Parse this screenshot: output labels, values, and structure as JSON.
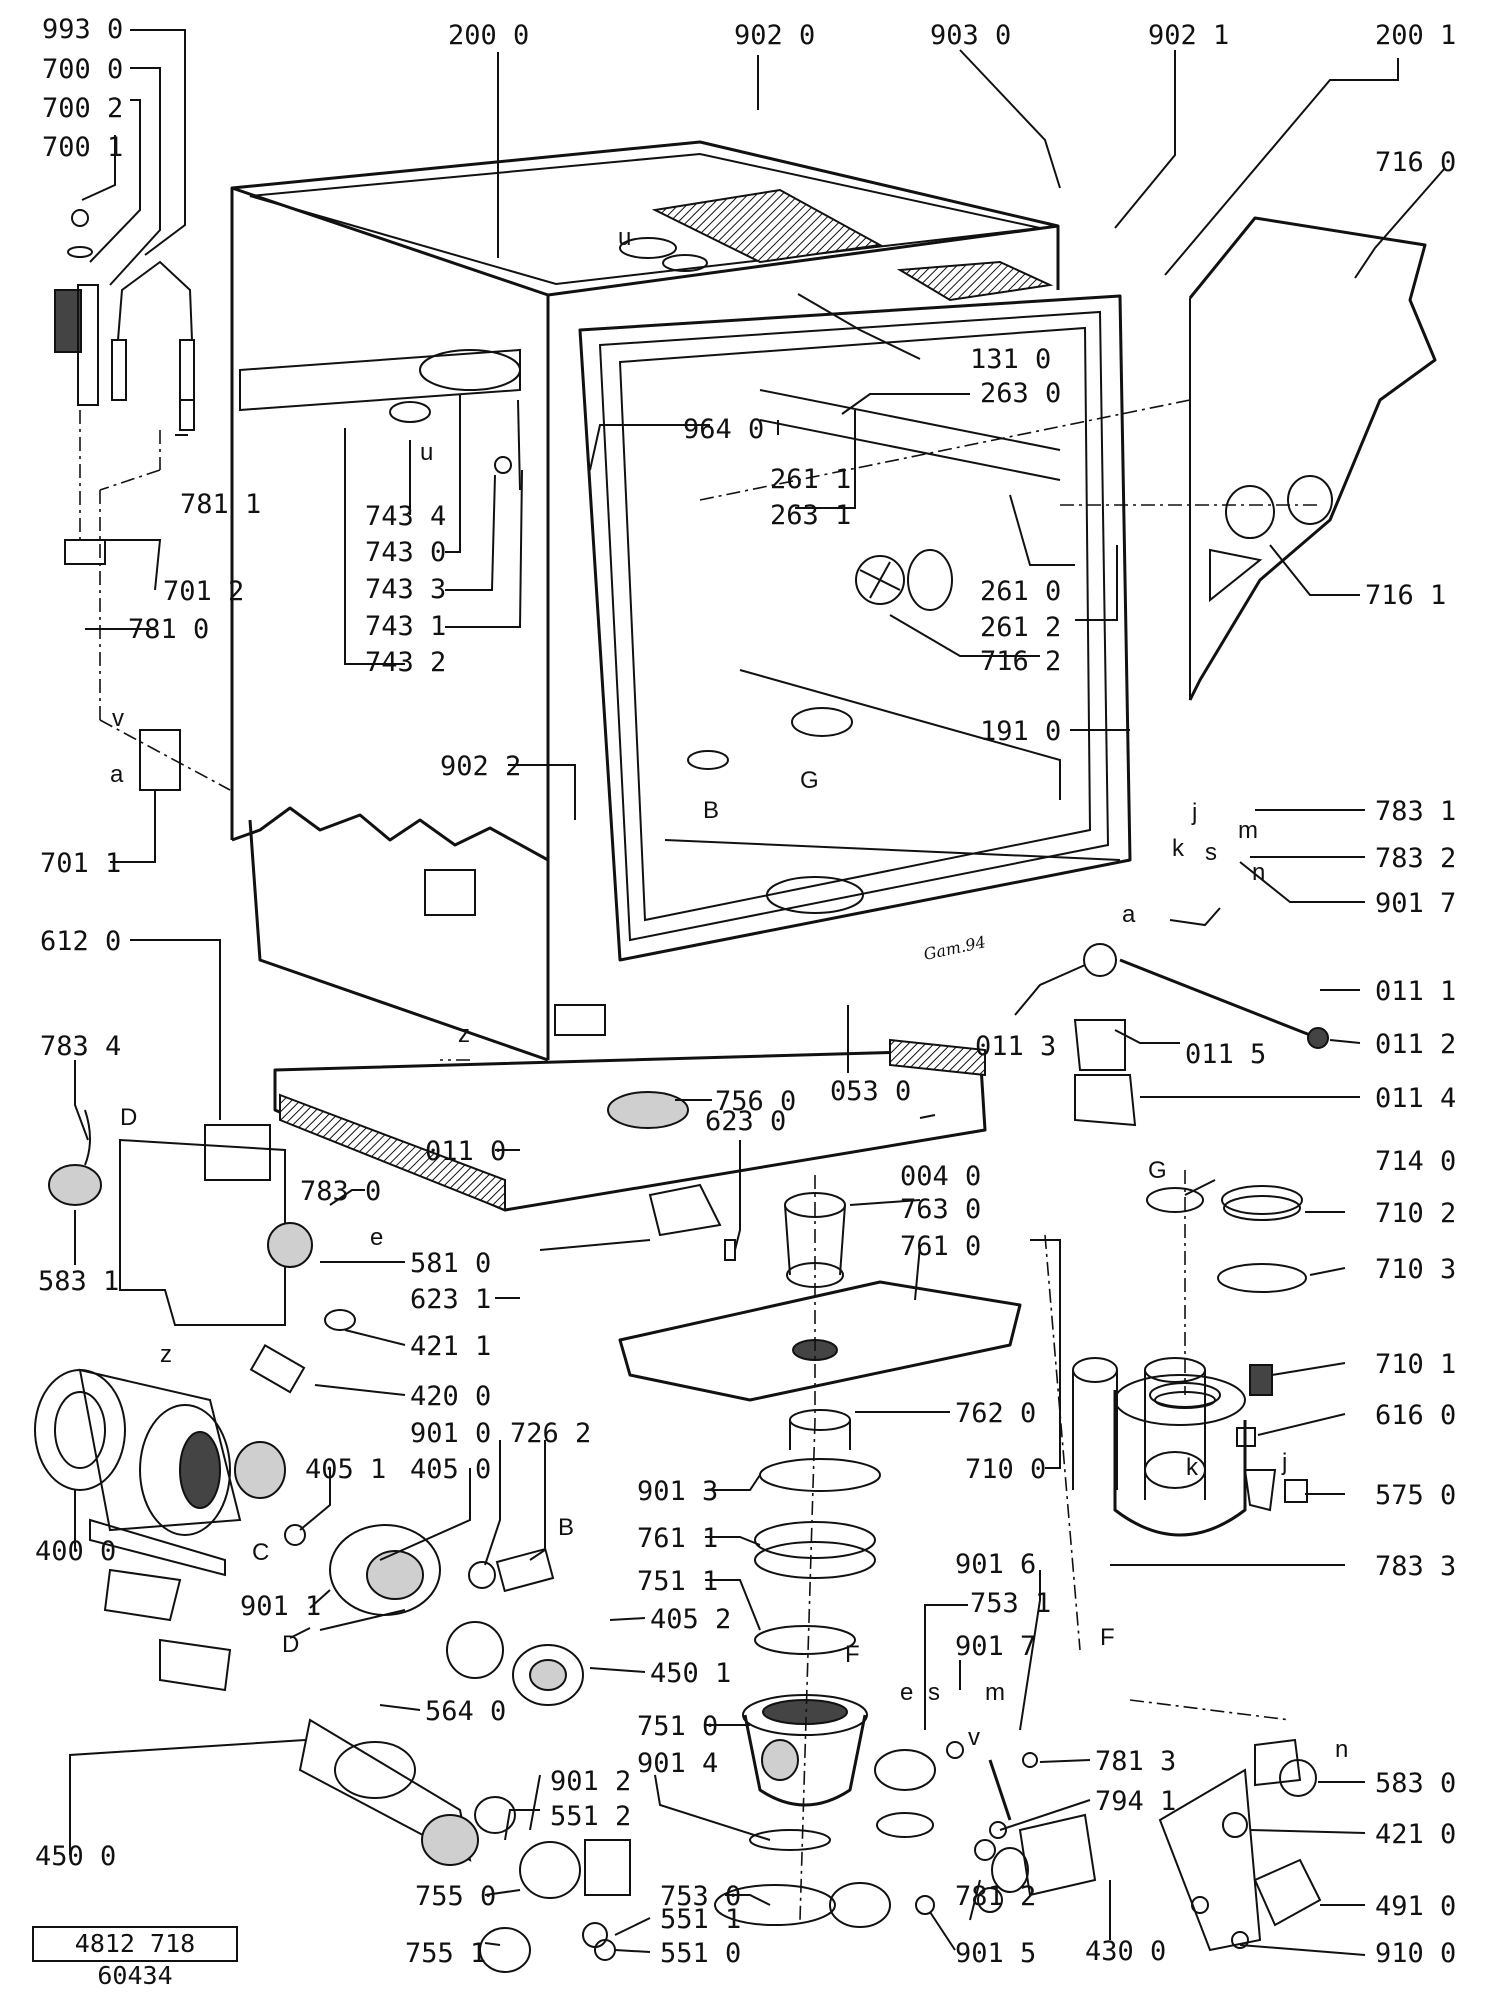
{
  "document_number": "4812 718 60434",
  "parts": [
    {
      "id": "p9930",
      "text": "993 0"
    },
    {
      "id": "p7000",
      "text": "700 0"
    },
    {
      "id": "p7002",
      "text": "700 2"
    },
    {
      "id": "p7001",
      "text": "700 1"
    },
    {
      "id": "p2000",
      "text": "200 0"
    },
    {
      "id": "p9020",
      "text": "902 0"
    },
    {
      "id": "p9030",
      "text": "903 0"
    },
    {
      "id": "p9021",
      "text": "902 1"
    },
    {
      "id": "p2001",
      "text": "200 1"
    },
    {
      "id": "p7160",
      "text": "716 0"
    },
    {
      "id": "p1310",
      "text": "131 0"
    },
    {
      "id": "p2630",
      "text": "263 0"
    },
    {
      "id": "p9640",
      "text": "964 0"
    },
    {
      "id": "p2611",
      "text": "261 1"
    },
    {
      "id": "p2631",
      "text": "263 1"
    },
    {
      "id": "p7811",
      "text": "781 1"
    },
    {
      "id": "p7434",
      "text": "743 4"
    },
    {
      "id": "p7430",
      "text": "743 0"
    },
    {
      "id": "p7433",
      "text": "743 3"
    },
    {
      "id": "p7431",
      "text": "743 1"
    },
    {
      "id": "p7432",
      "text": "743 2"
    },
    {
      "id": "p7012",
      "text": "701 2"
    },
    {
      "id": "p7810",
      "text": "781 0"
    },
    {
      "id": "p7161",
      "text": "716 1"
    },
    {
      "id": "p2610",
      "text": "261 0"
    },
    {
      "id": "p2612",
      "text": "261 2"
    },
    {
      "id": "p7162",
      "text": "716 2"
    },
    {
      "id": "p1910",
      "text": "191 0"
    },
    {
      "id": "p9022",
      "text": "902 2"
    },
    {
      "id": "p7831",
      "text": "783 1"
    },
    {
      "id": "p7832",
      "text": "783 2"
    },
    {
      "id": "p7011",
      "text": "701 1"
    },
    {
      "id": "p9017a",
      "text": "901 7"
    },
    {
      "id": "p6120",
      "text": "612 0"
    },
    {
      "id": "p0111",
      "text": "011 1"
    },
    {
      "id": "p0113",
      "text": "011 3"
    },
    {
      "id": "p0115",
      "text": "011 5"
    },
    {
      "id": "p0112",
      "text": "011 2"
    },
    {
      "id": "p7834",
      "text": "783 4"
    },
    {
      "id": "p7560",
      "text": "756 0"
    },
    {
      "id": "p0530",
      "text": "053 0"
    },
    {
      "id": "p6230",
      "text": "623 0"
    },
    {
      "id": "p0114",
      "text": "011 4"
    },
    {
      "id": "p0110",
      "text": "011 0"
    },
    {
      "id": "p0040",
      "text": "004 0"
    },
    {
      "id": "p7830",
      "text": "783 0"
    },
    {
      "id": "p7630",
      "text": "763 0"
    },
    {
      "id": "p7140",
      "text": "714 0"
    },
    {
      "id": "p7102",
      "text": "710 2"
    },
    {
      "id": "p5831",
      "text": "583 1"
    },
    {
      "id": "p5810",
      "text": "581 0"
    },
    {
      "id": "p7610",
      "text": "761 0"
    },
    {
      "id": "p7103",
      "text": "710 3"
    },
    {
      "id": "p6231",
      "text": "623 1"
    },
    {
      "id": "p4211",
      "text": "421 1"
    },
    {
      "id": "p7101",
      "text": "710 1"
    },
    {
      "id": "p4200",
      "text": "420 0"
    },
    {
      "id": "p7620",
      "text": "762 0"
    },
    {
      "id": "p6160",
      "text": "616 0"
    },
    {
      "id": "p9010",
      "text": "901 0"
    },
    {
      "id": "p7262",
      "text": "726 2"
    },
    {
      "id": "p4051",
      "text": "405 1"
    },
    {
      "id": "p4050",
      "text": "405 0"
    },
    {
      "id": "p7100",
      "text": "710 0"
    },
    {
      "id": "p9013",
      "text": "901 3"
    },
    {
      "id": "p5750",
      "text": "575 0"
    },
    {
      "id": "p4000",
      "text": "400 0"
    },
    {
      "id": "p7611",
      "text": "761 1"
    },
    {
      "id": "p9016",
      "text": "901 6"
    },
    {
      "id": "p7833",
      "text": "783 3"
    },
    {
      "id": "p9011",
      "text": "901 1"
    },
    {
      "id": "p7511",
      "text": "751 1"
    },
    {
      "id": "p4052",
      "text": "405 2"
    },
    {
      "id": "p7531",
      "text": "753 1"
    },
    {
      "id": "p4501",
      "text": "450 1"
    },
    {
      "id": "p9017b",
      "text": "901 7"
    },
    {
      "id": "p5640",
      "text": "564 0"
    },
    {
      "id": "p7510",
      "text": "751 0"
    },
    {
      "id": "p5830",
      "text": "583 0"
    },
    {
      "id": "p7813",
      "text": "781 3"
    },
    {
      "id": "p9014",
      "text": "901 4"
    },
    {
      "id": "p9012",
      "text": "901 2"
    },
    {
      "id": "p5512",
      "text": "551 2"
    },
    {
      "id": "p7941",
      "text": "794 1"
    },
    {
      "id": "p4500",
      "text": "450 0"
    },
    {
      "id": "p4210",
      "text": "421 0"
    },
    {
      "id": "p7550",
      "text": "755 0"
    },
    {
      "id": "p7530",
      "text": "753 0"
    },
    {
      "id": "p7812",
      "text": "781 2"
    },
    {
      "id": "p4300",
      "text": "430 0"
    },
    {
      "id": "p4910",
      "text": "491 0"
    },
    {
      "id": "p5511",
      "text": "551 1"
    },
    {
      "id": "p7551",
      "text": "755 1"
    },
    {
      "id": "p5510",
      "text": "551 0"
    },
    {
      "id": "p9015",
      "text": "901 5"
    },
    {
      "id": "p9100",
      "text": "910 0"
    }
  ],
  "letters": [
    {
      "id": "l_u1",
      "text": "u"
    },
    {
      "id": "l_u2",
      "text": "u"
    },
    {
      "id": "l_v1",
      "text": "v"
    },
    {
      "id": "l_a1",
      "text": "a"
    },
    {
      "id": "l_G1",
      "text": "G"
    },
    {
      "id": "l_B1",
      "text": "B"
    },
    {
      "id": "l_j1",
      "text": "j"
    },
    {
      "id": "l_k1",
      "text": "k"
    },
    {
      "id": "l_s1",
      "text": "s"
    },
    {
      "id": "l_m1",
      "text": "m"
    },
    {
      "id": "l_n1",
      "text": "n"
    },
    {
      "id": "l_a2",
      "text": "a"
    },
    {
      "id": "l_z1",
      "text": "z"
    },
    {
      "id": "l_D1",
      "text": "D"
    },
    {
      "id": "l_e1",
      "text": "e"
    },
    {
      "id": "l_G2",
      "text": "G"
    },
    {
      "id": "l_z2",
      "text": "z"
    },
    {
      "id": "l_k2",
      "text": "k"
    },
    {
      "id": "l_j2",
      "text": "j"
    },
    {
      "id": "l_C1",
      "text": "C"
    },
    {
      "id": "l_B2",
      "text": "B"
    },
    {
      "id": "l_F1",
      "text": "F"
    },
    {
      "id": "l_D2",
      "text": "D"
    },
    {
      "id": "l_F2",
      "text": "F"
    },
    {
      "id": "l_e2",
      "text": "e"
    },
    {
      "id": "l_s2",
      "text": "s"
    },
    {
      "id": "l_m2",
      "text": "m"
    },
    {
      "id": "l_v2",
      "text": "v"
    },
    {
      "id": "l_n2",
      "text": "n"
    }
  ],
  "signature": "Gam.94"
}
